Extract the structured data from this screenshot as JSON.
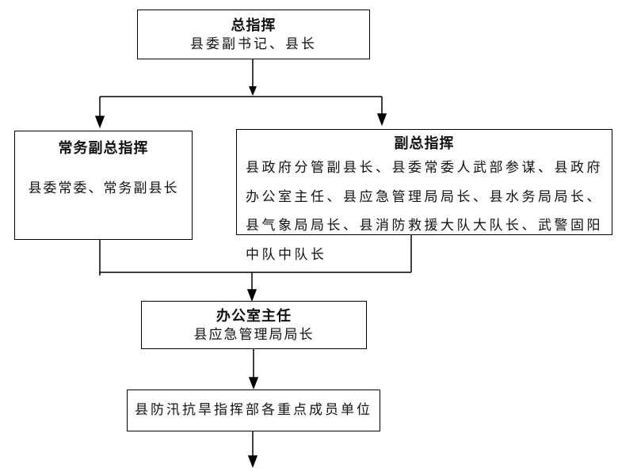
{
  "page": {
    "background_color": "#ffffff",
    "text_color": "#111111",
    "line_color": "#000000"
  },
  "diagram": {
    "type": "org-flowchart",
    "nodes": {
      "commander": {
        "title": "总指挥",
        "subtitle": "县委副书记、县长"
      },
      "executive_deputy_commander": {
        "title": "常务副总指挥",
        "body": "县委常委、常务副县长"
      },
      "deputy_commander": {
        "title": "副总指挥",
        "body": "县政府分管副县长、县委常委人武部参谋、县政府办公室主任、县应急管理局局长、县水务局局长、县气象局局长、县消防救援大队大队长、武警固阳中队中队长"
      },
      "office_director": {
        "title": "办公室主任",
        "subtitle": "县应急管理局局长"
      },
      "member_units": {
        "label": "县防汛抗旱指挥部各重点成员单位"
      }
    }
  }
}
